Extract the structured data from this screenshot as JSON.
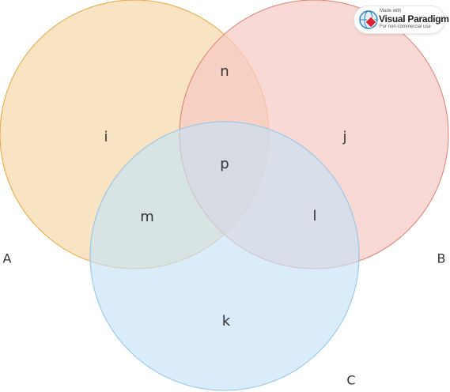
{
  "diagram": {
    "sets": [
      {
        "label": "A",
        "fill": "#f5d9a8",
        "stroke": "#e8a33c"
      },
      {
        "label": "B",
        "fill": "#f6c9c3",
        "stroke": "#e07b6e"
      },
      {
        "label": "C",
        "fill": "#c6e2f6",
        "stroke": "#8cc3e8"
      }
    ],
    "regions": {
      "a_only": "i",
      "b_only": "j",
      "c_only": "k",
      "ab": "n",
      "ac": "m",
      "bc": "l",
      "abc": "p"
    }
  },
  "watermark": {
    "line1": "Made with",
    "line2": "Visual Paradigm",
    "line3": "For non-commercial use",
    "logo_icon": "visual-paradigm-logo-icon"
  }
}
